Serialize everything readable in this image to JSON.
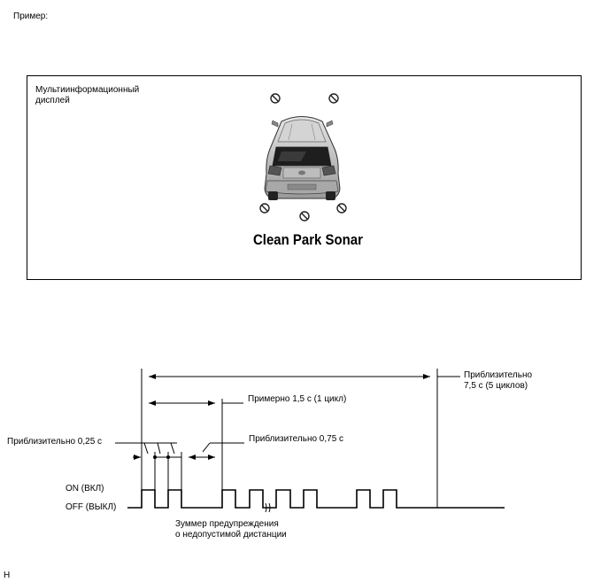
{
  "header": {
    "example_label": "Пример:"
  },
  "display": {
    "label": "Мультиинформационный дисплей",
    "brand": "Clean Park Sonar",
    "icons": [
      "sensor-off-icon",
      "car-rear-icon"
    ]
  },
  "timing": {
    "total_label": "Приблизительно 7,5 с (5 циклов)",
    "cycle_label": "Примерно  1,5 с (1 цикл)",
    "short_interval_label": "Приблизительно 0,25 с",
    "long_interval_label": "Приблизительно 0,75 с",
    "on_label": "ON (ВКЛ)",
    "off_label": "OFF (ВЫКЛ)",
    "buzzer_label": "Зуммер предупреждения о недопустимой дистанции",
    "buzzer_label_lines": [
      "Зуммер предупреждения",
      "о недопустимой дистанции"
    ],
    "total_label_lines": [
      "Приблизительно",
      "7,5 с (5 циклов)"
    ]
  },
  "footer": {
    "code": "H"
  }
}
